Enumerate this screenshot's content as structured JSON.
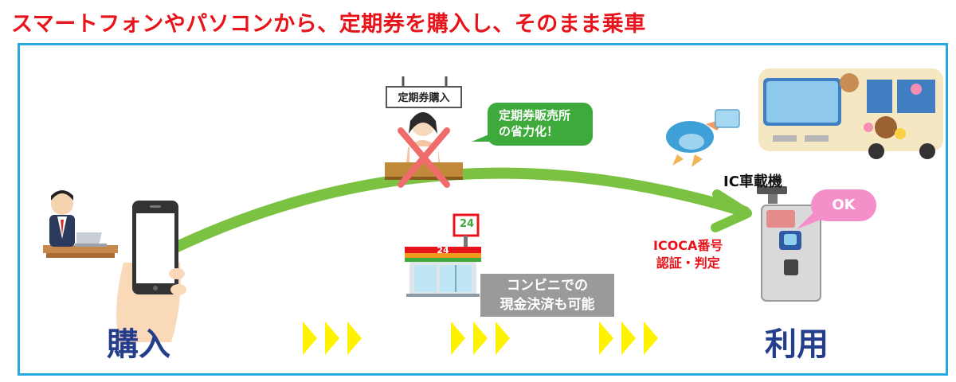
{
  "headline": "スマートフォンやパソコンから、定期券を購入し、そのまま乗車",
  "sign_label": "定期券購入",
  "bubble_green": [
    "定期券販売所",
    "の省力化！"
  ],
  "store_sign": "24",
  "store_banner": "24",
  "gray_box": [
    "コンビニでの",
    "現金決済も可能"
  ],
  "ic_label": "IC車載機",
  "ok_bubble": "OK",
  "icoca_text": [
    "ICOCA番号",
    "認証・判定"
  ],
  "purchase_label": "購入",
  "use_label": "利用",
  "colors": {
    "headline": "#e8141b",
    "frame": "#27a8e0",
    "arrow": "#7cc242",
    "chevron": "#fff200",
    "label": "#243e8c",
    "green_bubble": "#3daa3b",
    "pink_bubble": "#f58fc9"
  }
}
